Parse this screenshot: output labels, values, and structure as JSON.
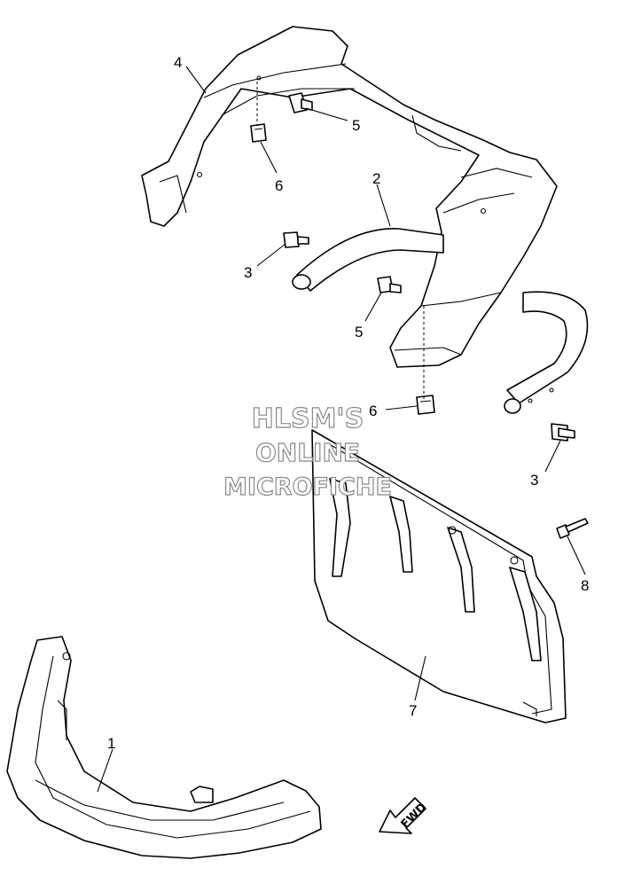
{
  "callouts": {
    "c1": "1",
    "c2": "2",
    "c3a": "3",
    "c3b": "3",
    "c4": "4",
    "c5a": "5",
    "c5b": "5",
    "c6a": "6",
    "c6b": "6",
    "c7": "7",
    "c8": "8"
  },
  "watermark": {
    "line1": "HLSM'S",
    "line2": "ONLINE",
    "line3": "MICROFICHE"
  },
  "direction_label": "FWD"
}
